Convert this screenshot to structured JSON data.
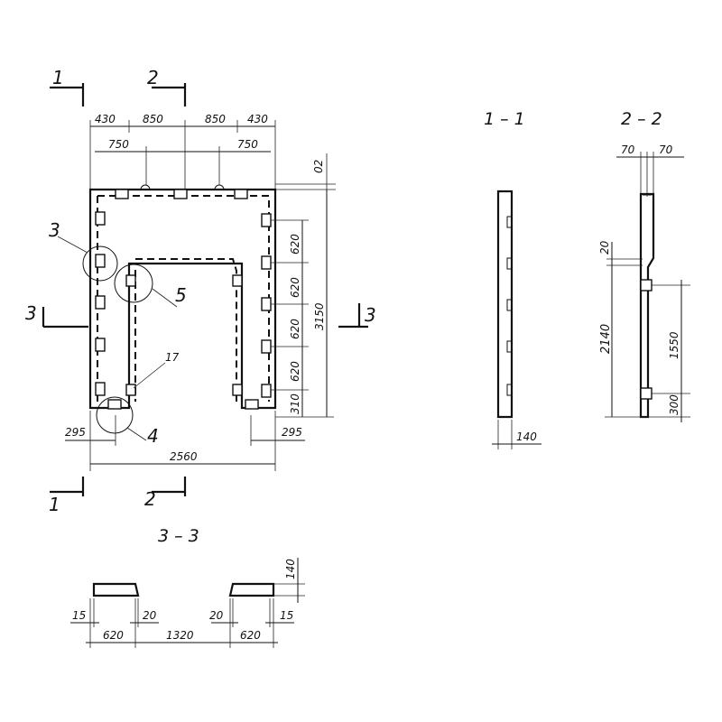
{
  "plan": {
    "marks": {
      "cut1": "1",
      "cut2": "2",
      "cut3": "3"
    },
    "dims_top": {
      "a": "430",
      "b": "850",
      "c": "850",
      "d": "430",
      "e": "750",
      "f": "750",
      "g": "02"
    },
    "dims_right": {
      "a": "620",
      "b": "620",
      "c": "620",
      "d": "620",
      "e": "310",
      "total": "3150"
    },
    "dims_bottom": {
      "left": "295",
      "right": "295",
      "total": "2560"
    },
    "callouts": {
      "c3": "3",
      "c4": "4",
      "c5": "5",
      "c17": "17"
    }
  },
  "section_1_1": {
    "title": "1 – 1",
    "width": "140"
  },
  "section_2_2": {
    "title": "2 – 2",
    "top_a": "70",
    "top_b": "70",
    "d20": "20",
    "d2140": "2140",
    "d1550": "1550",
    "d300": "300"
  },
  "section_3_3": {
    "title": "3 – 3",
    "d140": "140",
    "d15a": "15",
    "d20a": "20",
    "d20b": "20",
    "d15b": "15",
    "d620a": "620",
    "d1320": "1320",
    "d620b": "620"
  }
}
